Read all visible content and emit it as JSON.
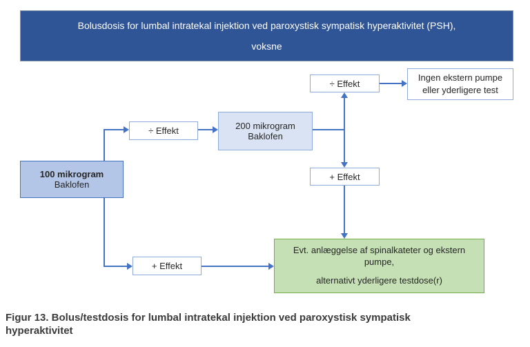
{
  "colors": {
    "header_bg": "#2F5597",
    "header_text": "#FFFFFF",
    "arrow": "#4472C4",
    "box100_bg": "#B4C6E7",
    "box100_border": "#4472C4",
    "box200_bg": "#DAE3F3",
    "box200_border": "#8EAADB",
    "small_box_border": "#8EAADB",
    "green_bg": "#C5E0B4",
    "green_border": "#70AD47",
    "caption_color": "#3A3A3A"
  },
  "header": {
    "line1": "Bolusdosis for lumbal intratekal injektion ved  paroxystisk sympatisk hyperaktivitet (PSH),",
    "line2": "voksne"
  },
  "nodes": {
    "dose_100": {
      "line1": "100 mikrogram",
      "line2": "Baklofen"
    },
    "dose_200": {
      "line1": "200 mikrogram",
      "line2": "Baklofen"
    },
    "minus_effect_left": {
      "label": "÷ Effekt"
    },
    "minus_effect_top": {
      "label": "÷ Effekt"
    },
    "plus_effect_mid": {
      "label": "+ Effekt"
    },
    "plus_effect_bottom": {
      "label": "+ Effekt"
    },
    "no_pump": {
      "line1": "Ingen ekstern pumpe",
      "line2": "eller yderligere test"
    },
    "catheter": {
      "line1": "Evt. anlæggelse af spinalkateter og ekstern pumpe,",
      "line2": "alternativt yderligere testdose(r)"
    }
  },
  "caption": {
    "text": "Figur 13. Bolus/testdosis for lumbal intratekal injektion ved paroxystisk sympatisk hyperaktivitet"
  }
}
